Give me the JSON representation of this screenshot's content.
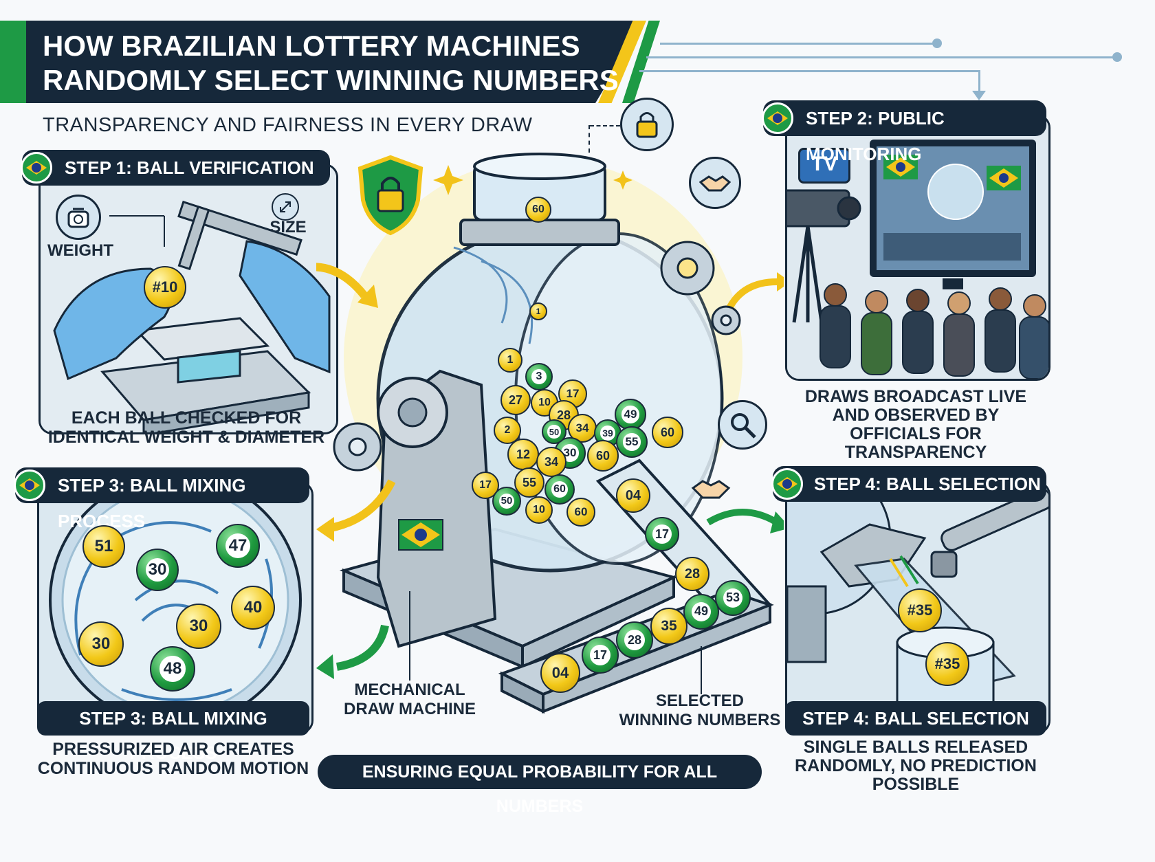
{
  "header": {
    "title": "HOW BRAZILIAN LOTTERY MACHINES RANDOMLY SELECT WINNING NUMBERS",
    "subtitle": "TRANSPARENCY AND FAIRNESS IN EVERY DRAW"
  },
  "colors": {
    "navy": "#16283a",
    "green": "#1e9a45",
    "yellow": "#f3c51a",
    "blue_accent": "#1d3a8a"
  },
  "step1": {
    "title": "STEP 1: BALL VERIFICATION",
    "weight_label": "WEIGHT",
    "size_label": "SIZE",
    "ball_label": "#10",
    "caption": "EACH BALL CHECKED FOR IDENTICAL WEIGHT & DIAMETER"
  },
  "step2": {
    "title": "STEP 2: PUBLIC MONITORING",
    "tv_label": "TV",
    "caption": "DRAWS BROADCAST LIVE AND OBSERVED BY OFFICIALS FOR TRANSPARENCY"
  },
  "step3": {
    "title": "STEP 3: BALL MIXING PROCESS",
    "footer": "STEP 3: BALL MIXING PROCESS",
    "caption": "PRESSURIZED AIR CREATES CONTINUOUS RANDOM MOTION",
    "balls": [
      "51",
      "47",
      "30",
      "40",
      "30",
      "30",
      "48"
    ]
  },
  "step4": {
    "title": "STEP 4: BALL SELECTION",
    "footer": "STEP 4: BALL SELECTION",
    "caption": "SINGLE BALLS RELEASED RANDOMLY, NO PREDICTION POSSIBLE",
    "balls": [
      "#35",
      "#35"
    ]
  },
  "machine": {
    "label": "MECHANICAL DRAW MACHINE",
    "hopper_ball": "60",
    "drum_balls": [
      "1",
      "3",
      "27",
      "10",
      "17",
      "28",
      "49",
      "60",
      "2",
      "34",
      "39",
      "55",
      "12",
      "30",
      "60",
      "34",
      "50",
      "17",
      "55",
      "60",
      "50",
      "10",
      "60",
      "1"
    ]
  },
  "chute": {
    "label": "SELECTED WINNING NUMBERS",
    "balls": [
      "04",
      "17",
      "28",
      "53",
      "49",
      "35",
      "28",
      "17",
      "04"
    ]
  },
  "footer_pill": "ENSURING EQUAL PROBABILITY FOR ALL NUMBERS",
  "icons": [
    "lock-icon",
    "shield-lock-icon",
    "handshake-icon",
    "gear-icon",
    "magnifier-icon",
    "scale-icon",
    "caliper-icon",
    "camera-icon"
  ]
}
